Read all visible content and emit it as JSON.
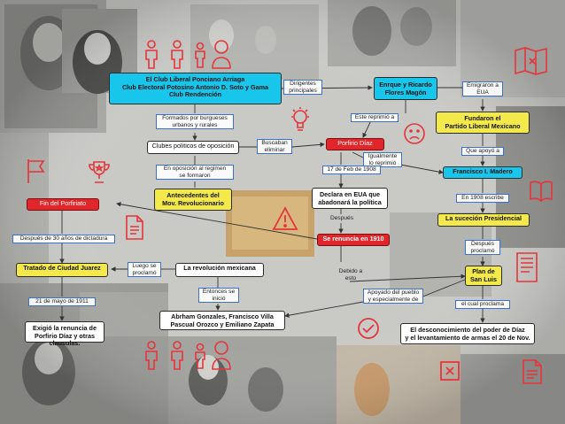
{
  "nodes": {
    "club_liberal": "El Club Liberal Ponciano Arriaga\nClub Electoral Potosino Antonio D. Soto y Gama\nClub Rendención",
    "flores_magon": "Enrque y Ricardo\nFlores Magón",
    "partido_liberal": "Fundaron el\nPartido Liberal Mexicano",
    "porfirio_diaz": "Porfirio Díaz",
    "clubes_politicos": "Clubes politicos de oposición",
    "antecedentes": "Antecedentes del\nMov. Revolucionario",
    "madero": "Francisco I. Madero",
    "declara_eua": "Declara en EUA que\nabadonará la política",
    "fin_porfiriato": "Fin del Porfiriato",
    "renuncia_1910": "Se renuncia en 1910",
    "sucesion": "La suceción Presidencial",
    "tratado": "Tratado de Ciudad Juarez",
    "revolucion": "La revolución mexicana",
    "plan_san_luis": "Plan de\nSan Luis",
    "lideres": "Abrham Gonzales, Francisco Villa\nPascual Orozco y Emiliano Zapata",
    "exigio": "Exigió la renuncia de\nPorfirio Díaz y otras clausulas.",
    "desconocimiento": "El desconocimiento del poder de Díaz\ny el levantamiento de armas el 20 de Nov."
  },
  "connectors": {
    "dirigentes": "Dirigentes\nprincipales",
    "emigraron": "Emigraron a\nEUA",
    "formados": "Formados por burgueses\nurbanos y rurales",
    "este_reprimio": "Este reprimió a",
    "buscaban": "Buscaban\neliminar",
    "igualmente": "Igualmente\nlo reprimió",
    "que_apoyo": "Que apoyó a",
    "en_oposicion": "En oposición al regimen\nse formaron",
    "feb_1908": "17 de Feb de 1908",
    "en_1908": "En 1908 escribe",
    "despues": "Después",
    "despues_30": "Después de 30 años de dictadura",
    "despues_proclamo": "Después\nproclamó",
    "luego": "Luego se\nproclamó",
    "debido": "Debido a\nesto",
    "entonces": "Entonces se\ninició",
    "apoyado": "Apoyado del pueblo\ny especialmente de",
    "mayo_1911": "21 de mayo de 1911",
    "proclama": "el cual proclama"
  },
  "colors": {
    "cyan": "#18c6ec",
    "yellow": "#f4e94a",
    "red": "#e0262a",
    "icon_red": "#e5353a",
    "arrow": "#333333"
  },
  "icons": [
    "person-icon",
    "child-icon",
    "treasure-map-icon",
    "lightbulb-icon",
    "sad-face-icon",
    "flag-icon",
    "trophy-icon",
    "warning-icon",
    "document-icon",
    "book-icon",
    "paper-icon",
    "checkmark-icon",
    "delete-icon",
    "report-icon"
  ]
}
